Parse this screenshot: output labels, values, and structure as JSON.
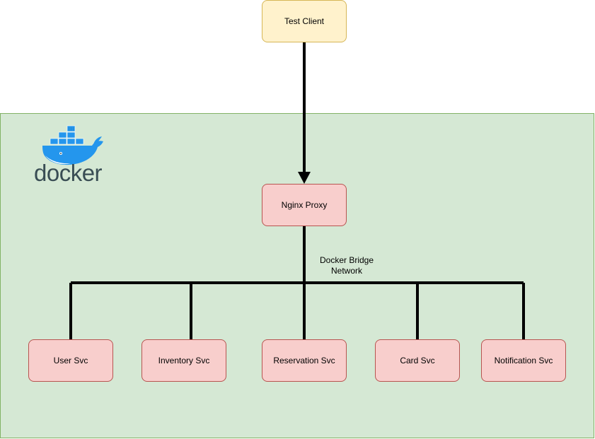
{
  "client": {
    "label": "Test Client"
  },
  "proxy": {
    "label": "Nginx Proxy"
  },
  "network": {
    "line1": "Docker Bridge",
    "line2": "Network"
  },
  "docker": {
    "wordmark": "docker"
  },
  "services": [
    {
      "label": "User Svc"
    },
    {
      "label": "Inventory Svc"
    },
    {
      "label": "Reservation Svc"
    },
    {
      "label": "Card Svc"
    },
    {
      "label": "Notification Svc"
    }
  ],
  "colors": {
    "docker_zone_fill": "#d5e8d4",
    "docker_zone_stroke": "#82b366",
    "client_fill": "#fff2cc",
    "client_stroke": "#d6b656",
    "service_fill": "#f8cecc",
    "service_stroke": "#b85450",
    "docker_blue": "#2496ed",
    "docker_text": "#394d54"
  }
}
